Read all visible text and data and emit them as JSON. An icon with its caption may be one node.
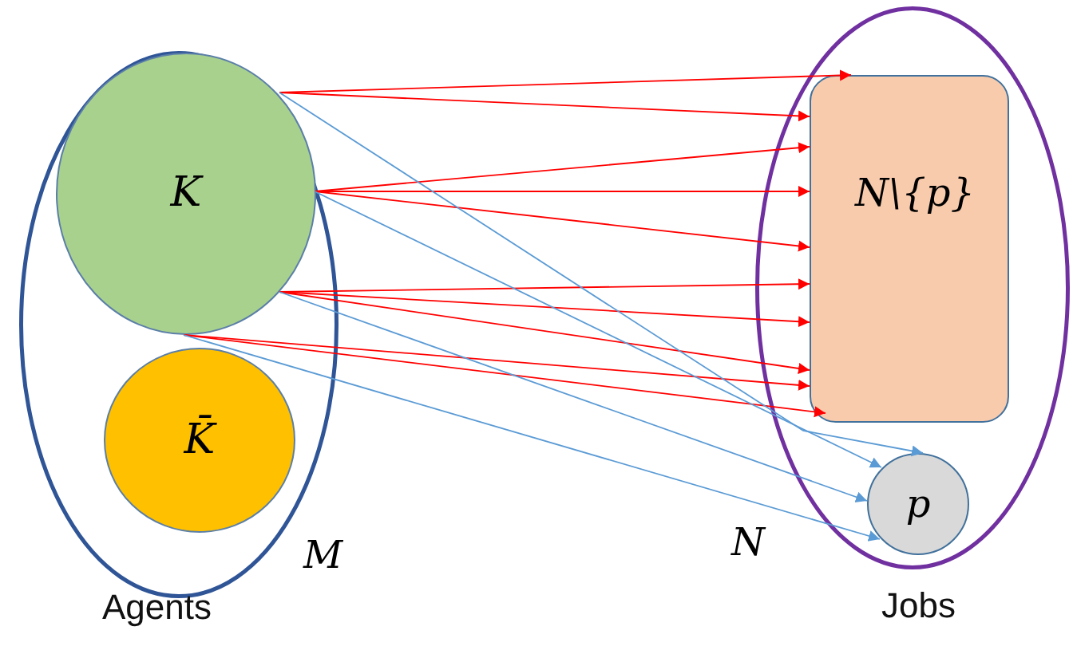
{
  "diagram": {
    "nodes": [
      {
        "text": [
          "Agents"
        ],
        "beside": [
          "M"
        ]
      },
      {
        "text": [
          "K"
        ],
        "in": 0
      },
      {
        "text": [
          "K̄"
        ],
        "in": 0
      },
      {
        "text": [
          "Jobs"
        ],
        "beside": [
          "N"
        ]
      },
      {
        "text": [
          "N\\{p}"
        ],
        "in": 3
      },
      {
        "text": [
          "p"
        ],
        "in": 3
      }
    ],
    "edges": [
      {
        "from": 1,
        "to": 4,
        "arrow": "to"
      },
      {
        "from": 1,
        "to": 4,
        "arrow": "to"
      },
      {
        "from": 1,
        "to": 4,
        "arrow": "to"
      },
      {
        "from": 1,
        "to": 4,
        "arrow": "to"
      },
      {
        "from": 1,
        "to": 4,
        "arrow": "to"
      },
      {
        "from": 1,
        "to": 4,
        "arrow": "to"
      },
      {
        "from": 1,
        "to": 4,
        "arrow": "to"
      },
      {
        "from": 1,
        "to": 4,
        "arrow": "to"
      },
      {
        "from": 1,
        "to": 4,
        "arrow": "to"
      },
      {
        "from": 1,
        "to": 4,
        "arrow": "to"
      },
      {
        "from": 1,
        "to": 5,
        "arrow": "to",
        "color": "#5b9bd5"
      },
      {
        "from": 1,
        "to": 5,
        "arrow": "to",
        "color": "#5b9bd5"
      },
      {
        "from": 1,
        "to": 5,
        "arrow": "to",
        "color": "#5b9bd5"
      },
      {
        "from": 1,
        "to": 5,
        "arrow": "to",
        "color": "#5b9bd5"
      }
    ]
  }
}
